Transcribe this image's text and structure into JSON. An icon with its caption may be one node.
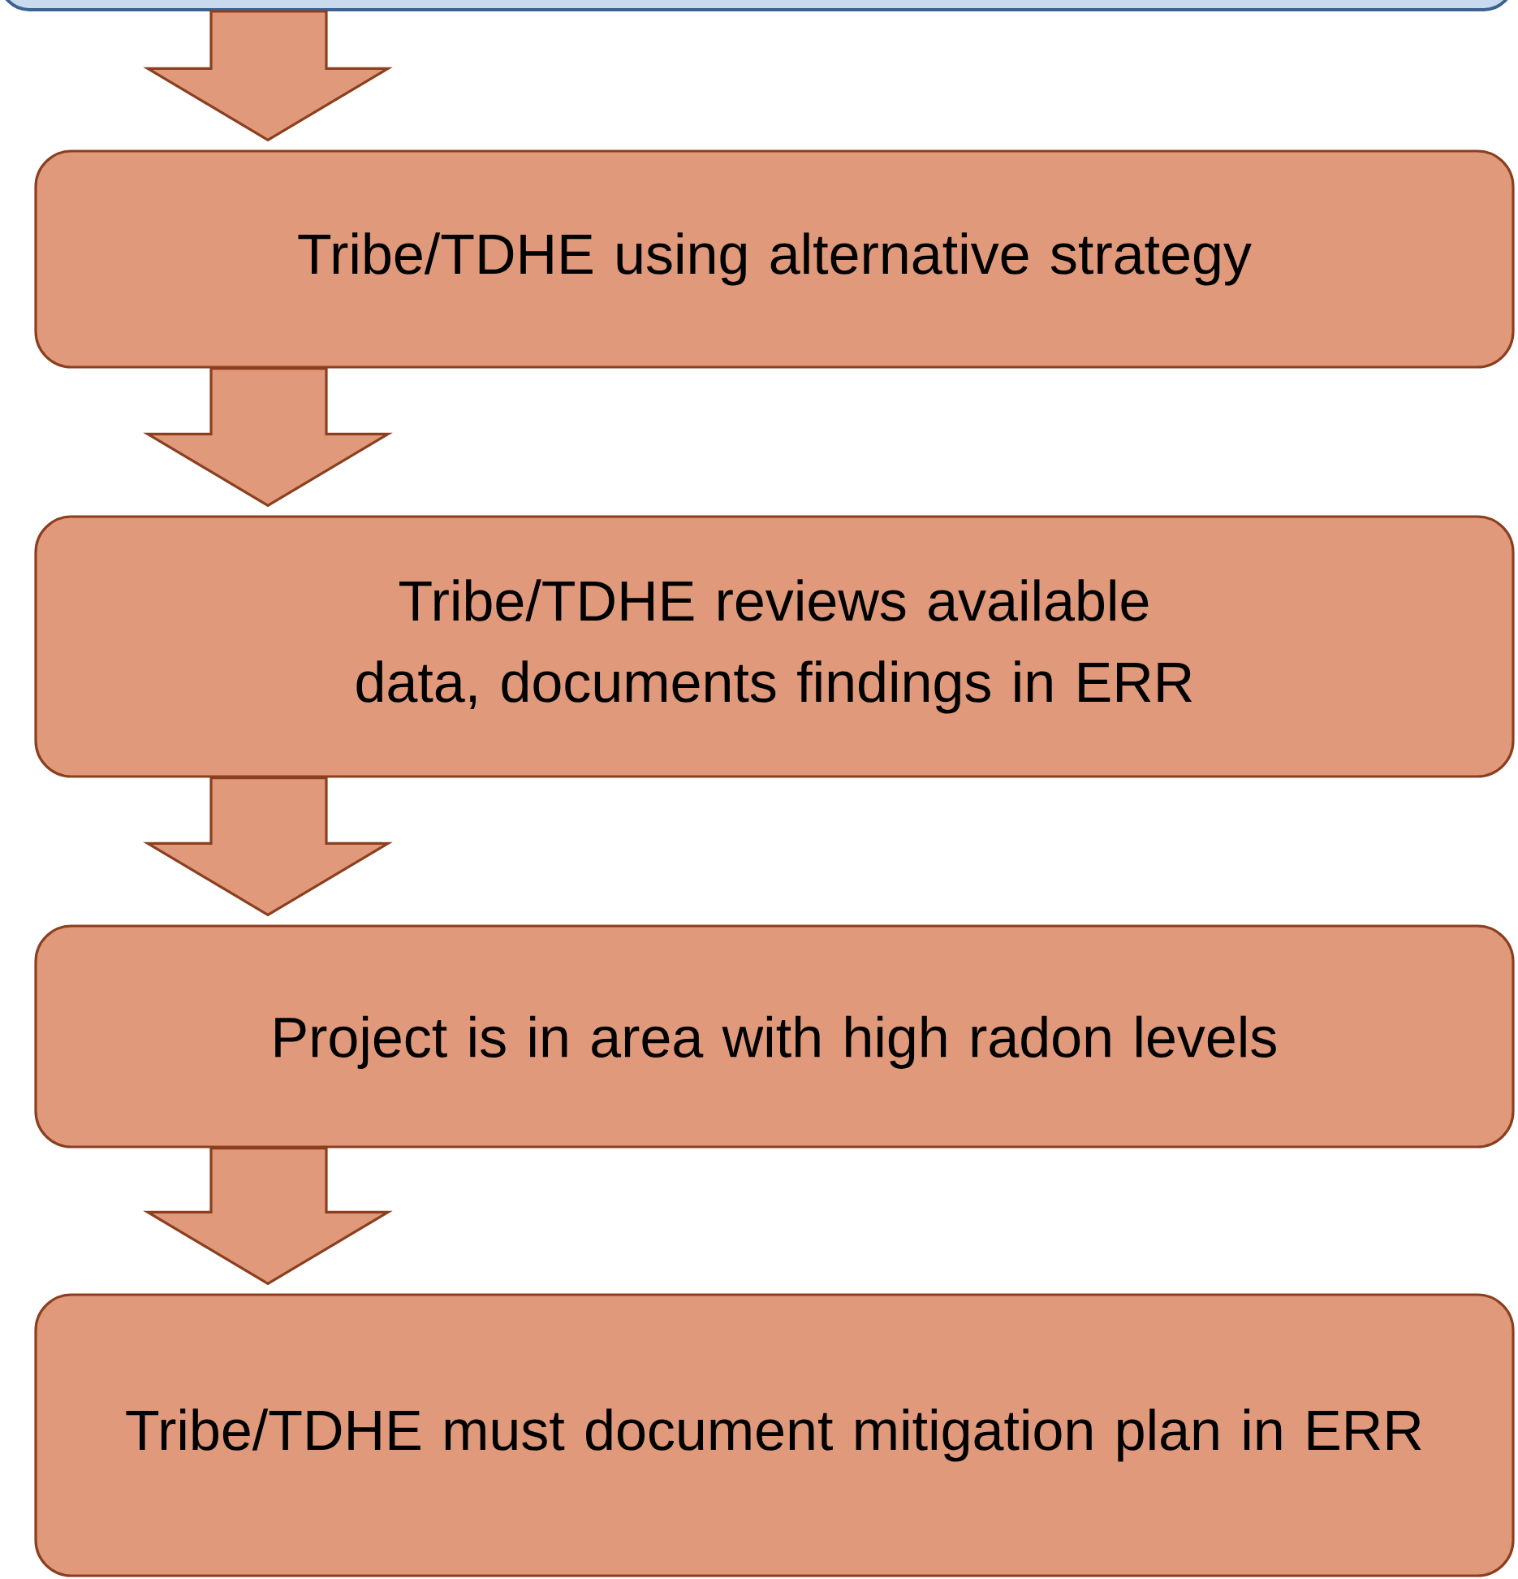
{
  "diagram": {
    "nodes": [
      {
        "text": [],
        "shape": "box"
      },
      {
        "text": [
          "Tribe/TDHE using alternative strategy"
        ]
      },
      {
        "text": [
          "Tribe/TDHE reviews available data, documents findings in ERR"
        ]
      },
      {
        "text": [
          "Project is in area with high radon levels"
        ]
      },
      {
        "text": [
          "Tribe/TDHE must document mitigation plan in ERR"
        ]
      }
    ],
    "edges": [
      {
        "from": 0,
        "to": 1,
        "arrow": "to"
      },
      {
        "from": 1,
        "to": 2,
        "arrow": "to"
      },
      {
        "from": 2,
        "to": 3,
        "arrow": "to"
      },
      {
        "from": 3,
        "to": 4,
        "arrow": "to"
      }
    ]
  }
}
